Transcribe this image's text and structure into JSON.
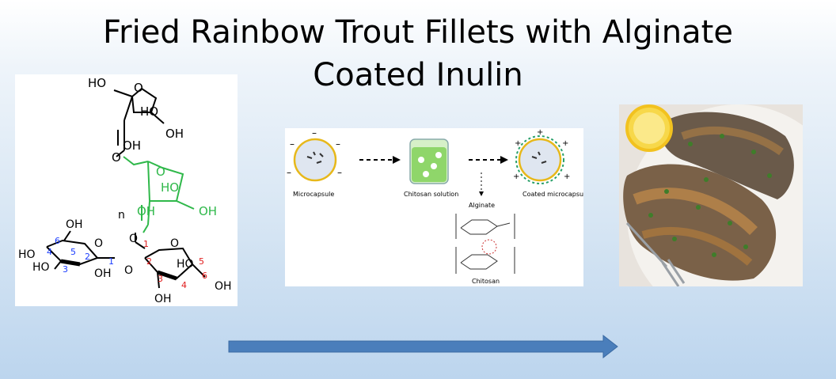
{
  "title": {
    "line1": "Fried Rainbow Trout Fillets with Alginate",
    "line2": "Coated Inulin"
  },
  "chem": {
    "oh": "OH",
    "ho": "HO",
    "o": "O",
    "n": "n",
    "nums_blue": [
      "6",
      "5",
      "4",
      "3",
      "2",
      "1"
    ],
    "nums_red": [
      "1",
      "2",
      "3",
      "4",
      "5",
      "6"
    ],
    "fructose_color": "#2fb84a",
    "glucose_num_color": "#1a3cff",
    "fructose_num_color": "#e01b1b"
  },
  "process": {
    "microcapsule": "Microcapsule",
    "chitosan_solution": "Chitosan solution",
    "coated_microcapsule": "Coated microcapsule",
    "alginate": "Alginate",
    "chitosan": "Chitosan"
  },
  "colors": {
    "arrow_fill": "#4a7ebb",
    "arrow_stroke": "#3a6aa3"
  }
}
